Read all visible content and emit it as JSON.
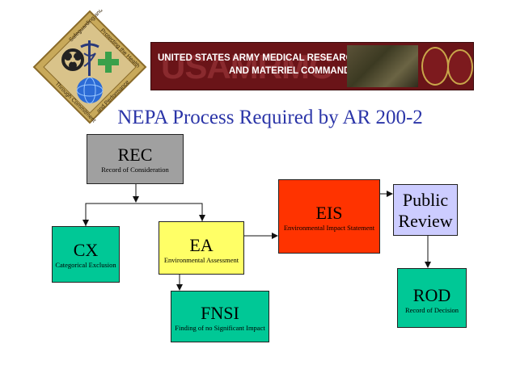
{
  "logo": {
    "ring_text_top": "Safeguarding and Protecting the Health",
    "ring_text_right": "Protecting the Health",
    "ring_text_bottom": "Through Commitment and Performance",
    "icon_names": [
      "biohazard-icon",
      "caduceus-icon",
      "globe-icon",
      "plus-icon"
    ]
  },
  "banner": {
    "line1": "UNITED STATES ARMY MEDICAL RESEARCH",
    "line2": "AND MATERIEL COMMAND",
    "ghost": "USAMRMC"
  },
  "title": "NEPA Process Required by AR 200-2",
  "boxes": {
    "rec": {
      "big": "REC",
      "small": "Record of Consideration"
    },
    "cx": {
      "big": "CX",
      "small": "Categorical Exclusion"
    },
    "ea": {
      "big": "EA",
      "small": "Environmental Assessment"
    },
    "fnsi": {
      "big": "FNSI",
      "small": "Finding of no Significant Impact"
    },
    "eis": {
      "big": "EIS",
      "small": "Environmental Impact Statement"
    },
    "pub": {
      "big1": "Public",
      "big2": "Review"
    },
    "rod": {
      "big": "ROD",
      "small": "Record of Decision"
    }
  },
  "colors": {
    "title": "#2b35a8",
    "rec": "#a0a0a0",
    "green": "#00c896",
    "ea": "#ffff66",
    "eis": "#ff3300",
    "public_review": "#ccccff",
    "banner": "#6a1418"
  }
}
